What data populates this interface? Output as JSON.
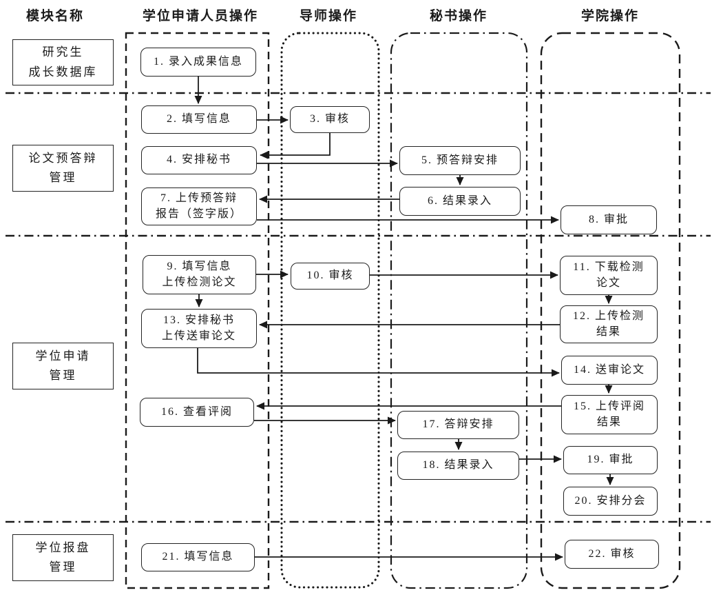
{
  "lanes": [
    {
      "title": "模块名称"
    },
    {
      "title": "学位申请人员操作"
    },
    {
      "title": "导师操作"
    },
    {
      "title": "秘书操作"
    },
    {
      "title": "学院操作"
    }
  ],
  "modules": [
    {
      "label": "研究生\n成长数据库"
    },
    {
      "label": "论文预答辩\n管理"
    },
    {
      "label": "学位申请\n管理"
    },
    {
      "label": "学位报盘\n管理"
    }
  ],
  "nodes": [
    {
      "id": 1,
      "lane": "学位申请人员操作",
      "label": "1. 录入成果信息"
    },
    {
      "id": 2,
      "lane": "学位申请人员操作",
      "label": "2. 填写信息"
    },
    {
      "id": 3,
      "lane": "导师操作",
      "label": "3. 审核"
    },
    {
      "id": 4,
      "lane": "学位申请人员操作",
      "label": "4. 安排秘书"
    },
    {
      "id": 5,
      "lane": "秘书操作",
      "label": "5. 预答辩安排"
    },
    {
      "id": 6,
      "lane": "秘书操作",
      "label": "6. 结果录入"
    },
    {
      "id": 7,
      "lane": "学位申请人员操作",
      "label": "7. 上传预答辩\n报告（签字版）"
    },
    {
      "id": 8,
      "lane": "学院操作",
      "label": "8. 审批"
    },
    {
      "id": 9,
      "lane": "学位申请人员操作",
      "label": "9. 填写信息\n上传检测论文"
    },
    {
      "id": 10,
      "lane": "导师操作",
      "label": "10. 审核"
    },
    {
      "id": 11,
      "lane": "学院操作",
      "label": "11. 下载检测\n论文"
    },
    {
      "id": 12,
      "lane": "学院操作",
      "label": "12. 上传检测\n结果"
    },
    {
      "id": 13,
      "lane": "学位申请人员操作",
      "label": "13. 安排秘书\n上传送审论文"
    },
    {
      "id": 14,
      "lane": "学院操作",
      "label": "14. 送审论文"
    },
    {
      "id": 15,
      "lane": "学院操作",
      "label": "15. 上传评阅\n结果"
    },
    {
      "id": 16,
      "lane": "学位申请人员操作",
      "label": "16. 查看评阅"
    },
    {
      "id": 17,
      "lane": "秘书操作",
      "label": "17. 答辩安排"
    },
    {
      "id": 18,
      "lane": "秘书操作",
      "label": "18. 结果录入"
    },
    {
      "id": 19,
      "lane": "学院操作",
      "label": "19. 审批"
    },
    {
      "id": 20,
      "lane": "学院操作",
      "label": "20. 安排分会"
    },
    {
      "id": 21,
      "lane": "学位申请人员操作",
      "label": "21. 填写信息"
    },
    {
      "id": 22,
      "lane": "学院操作",
      "label": "22. 审核"
    }
  ],
  "edges": [
    {
      "from": 1,
      "to": 2
    },
    {
      "from": 2,
      "to": 3
    },
    {
      "from": 3,
      "to": 4
    },
    {
      "from": 4,
      "to": 5
    },
    {
      "from": 5,
      "to": 6
    },
    {
      "from": 6,
      "to": 7
    },
    {
      "from": 7,
      "to": 8
    },
    {
      "from": 9,
      "to": 10
    },
    {
      "from": 9,
      "to": 13
    },
    {
      "from": 10,
      "to": 11
    },
    {
      "from": 11,
      "to": 12
    },
    {
      "from": 12,
      "to": 13
    },
    {
      "from": 13,
      "to": 14
    },
    {
      "from": 14,
      "to": 15
    },
    {
      "from": 15,
      "to": 16
    },
    {
      "from": 16,
      "to": 17
    },
    {
      "from": 17,
      "to": 18
    },
    {
      "from": 18,
      "to": 19
    },
    {
      "from": 19,
      "to": 20
    },
    {
      "from": 21,
      "to": 22
    }
  ],
  "colors": {
    "line": "#1a1a1a",
    "background": "#ffffff"
  }
}
